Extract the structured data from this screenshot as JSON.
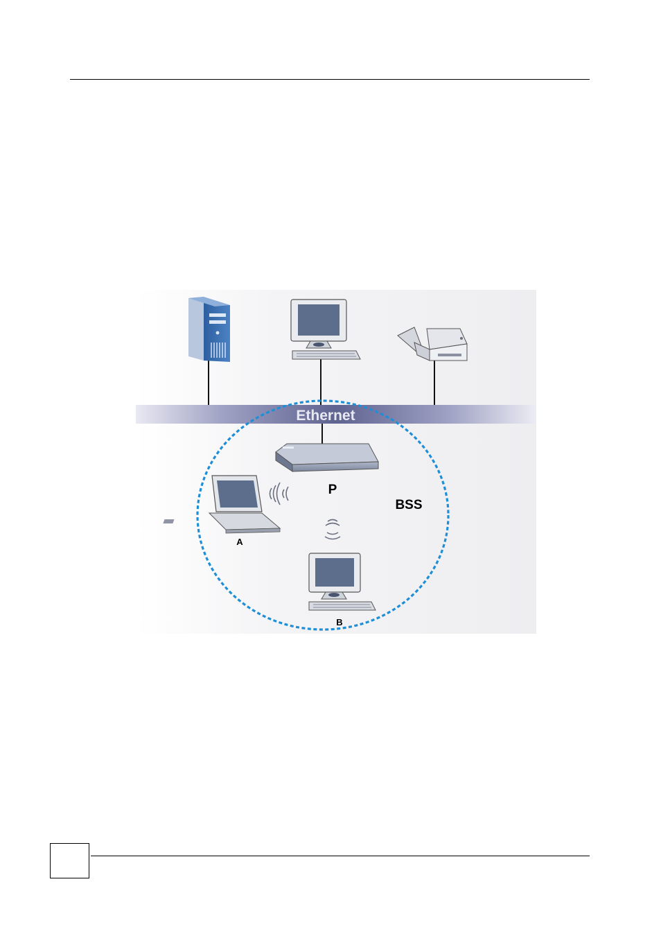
{
  "diagram": {
    "network_label": "Ethernet",
    "bss_label": "BSS",
    "access_point_label": "P",
    "station_a_label": "A",
    "station_b_label": "B"
  },
  "colors": {
    "bss_circle": "#1e8fd6",
    "ethernet_band": "#6b6f9a",
    "monitor_screen": "#5d6e8c",
    "server_blue": "#3a6fb0"
  }
}
